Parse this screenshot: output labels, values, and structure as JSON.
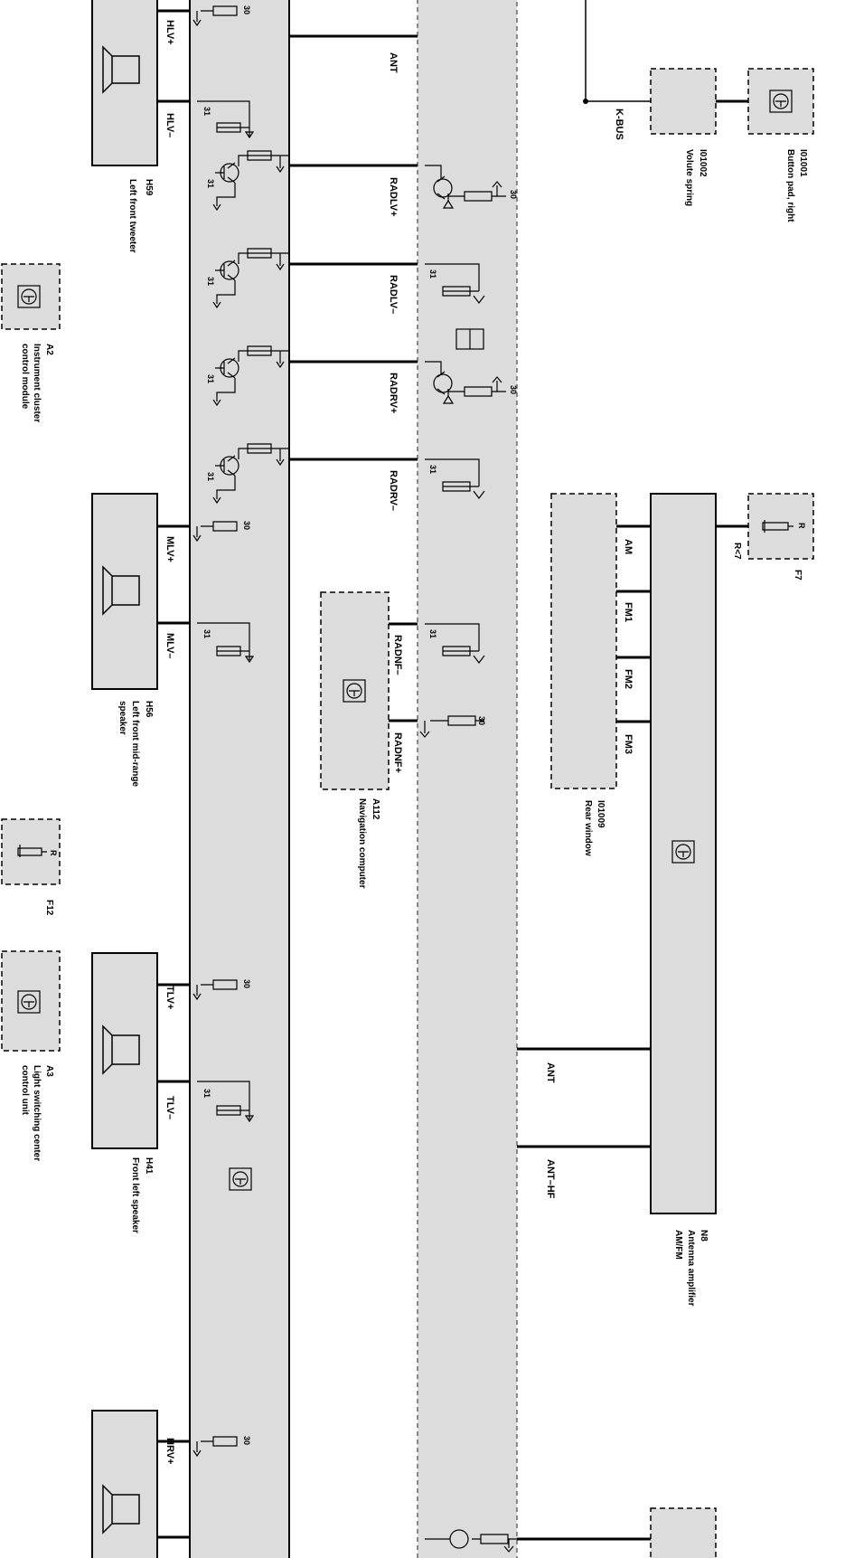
{
  "components": {
    "id1001": {
      "code": "I01001",
      "name": "Button pad, right"
    },
    "id1002": {
      "code": "I01002",
      "name": "Volute spring"
    },
    "kbus": "K-BUS",
    "h59": {
      "code": "H59",
      "name": "Left front tweeter"
    },
    "a2": {
      "code": "A2",
      "name_line1": "Instrument cluster",
      "name_line2": "control module"
    },
    "h56": {
      "code": "H56",
      "name_line1": "Left front mid-range",
      "name_line2": "speaker"
    },
    "f12": {
      "code": "F12",
      "pin": "R"
    },
    "a3": {
      "code": "A3",
      "name_line1": "Light switching center",
      "name_line2": "control unit"
    },
    "h41": {
      "code": "H41",
      "name": "Front left speaker"
    },
    "a112": {
      "code": "A112",
      "name": "Navigation computer"
    },
    "id1009": {
      "code": "I01009",
      "name": "Rear window"
    },
    "n8": {
      "code": "N8",
      "name_line1": "Antenna amplifier",
      "name_line2": "AM/FM"
    },
    "f7": {
      "code": "F7",
      "pin": "R",
      "wire": "R<7"
    }
  },
  "signals": {
    "hlv_plus": "HLV+",
    "hlv_minus": "HLV–",
    "mlv_plus": "MLV+",
    "mlv_minus": "MLV–",
    "tlv_plus": "TLV+",
    "tlv_minus": "TLV–",
    "hrv_plus": "HRV+",
    "ant": "ANT",
    "radlv_plus": "RADLV+",
    "radlv_minus": "RADLV–",
    "radrv_plus": "RADRV+",
    "radrv_minus": "RADRV–",
    "radnf_minus": "RADNF–",
    "radnf_plus": "RADNF+",
    "am": "AM",
    "fm1": "FM1",
    "fm2": "FM2",
    "fm3": "FM3",
    "ant2": "ANT",
    "ant_hf": "ANT–HF"
  },
  "pins": {
    "p30": "30",
    "p31": "31"
  }
}
